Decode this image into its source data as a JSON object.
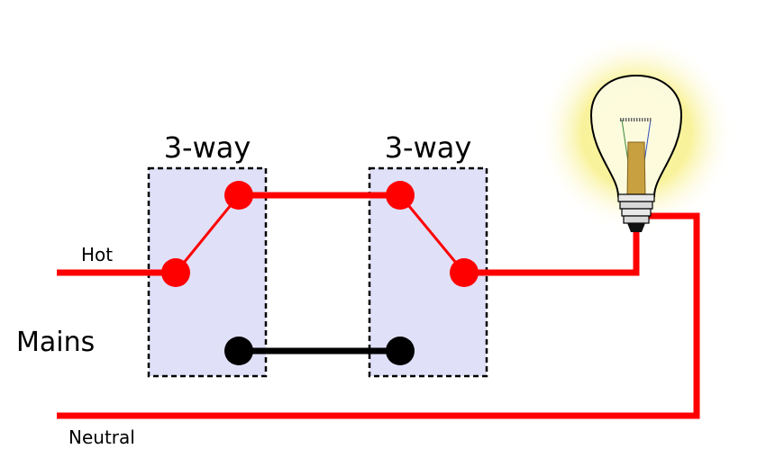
{
  "labels": {
    "switch_left": "3-way",
    "switch_right": "3-way",
    "hot": "Hot",
    "mains": "Mains",
    "neutral": "Neutral"
  },
  "colors": {
    "hot_wire": "#ff0000",
    "traveler_black": "#000000",
    "switch_box_fill": "#e0e0f8",
    "terminal_red": "#ff0000",
    "terminal_black": "#000000",
    "bulb_glow": "#f8f08a",
    "bulb_base": "#c8a040"
  },
  "icons": {
    "bulb": "light-bulb-icon"
  }
}
